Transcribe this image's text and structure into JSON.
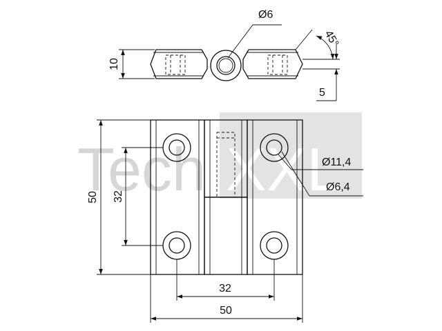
{
  "watermark": {
    "text_left": "Tech",
    "text_right": "XXL",
    "box_color": "#d9d9d9",
    "text_color": "#d6d6d6"
  },
  "top_view": {
    "dim_hole": "Ø6",
    "dim_height": "10",
    "dim_angle": "45°",
    "dim_offset": "5"
  },
  "front_view": {
    "dim_height": "50",
    "dim_hole_spacing_vertical": "32",
    "dim_outer_diameter": "Ø11,4",
    "dim_inner_diameter": "Ø6,4",
    "dim_hole_spacing_horizontal": "32",
    "dim_width": "50"
  }
}
